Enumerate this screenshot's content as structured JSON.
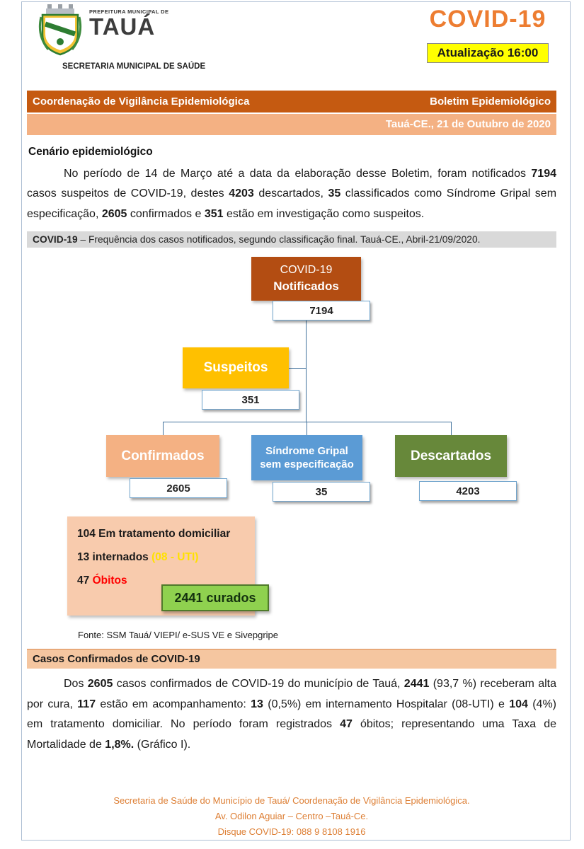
{
  "header": {
    "prefeitura": "PREFEITURA MUNICIPAL DE",
    "city": "TAUÁ",
    "secretaria": "SECRETARIA MUNICIPAL DE SAÚDE",
    "covid_title": "COVID-19",
    "update": "Atualização 16:00"
  },
  "bars": {
    "coordination": "Coordenação de Vigilância Epidemiológica",
    "bulletin": "Boletim Epidemiológico",
    "date": "Tauá-CE., 21 de Outubro de 2020"
  },
  "scenario": {
    "heading": "Cenário epidemiológico",
    "paragraph": [
      {
        "t": "No período de 14 de Março até a data da elaboração desse Boletim, foram notificados ",
        "b": false
      },
      {
        "t": "7194",
        "b": true
      },
      {
        "t": " casos suspeitos de COVID-19, destes ",
        "b": false
      },
      {
        "t": "4203",
        "b": true
      },
      {
        "t": " descartados, ",
        "b": false
      },
      {
        "t": "35",
        "b": true
      },
      {
        "t": " classificados como Síndrome Gripal sem especificação, ",
        "b": false
      },
      {
        "t": "2605",
        "b": true
      },
      {
        "t": " confirmados e ",
        "b": false
      },
      {
        "t": "351",
        "b": true
      },
      {
        "t": " estão em investigação como suspeitos.",
        "b": false
      }
    ]
  },
  "caption": [
    {
      "t": "COVID-19",
      "b": true
    },
    {
      "t": " – Frequência dos casos notificados, segundo classificação final. Tauá-CE., Abril-21/09/2020.",
      "b": false
    }
  ],
  "flowchart": {
    "notificados": {
      "line1": "COVID-19",
      "line2": "Notificados",
      "value": "7194"
    },
    "suspeitos": {
      "label": "Suspeitos",
      "value": "351"
    },
    "confirmados": {
      "label": "Confirmados",
      "value": "2605"
    },
    "sindrome": {
      "line1": "Síndrome Gripal",
      "line2": "sem especificação",
      "value": "35"
    },
    "descartados": {
      "label": "Descartados",
      "value": "4203"
    },
    "tratamento": {
      "lines": [
        [
          {
            "t": "104",
            "b": true
          },
          {
            "t": " Em tratamento domiciliar",
            "b": true
          }
        ],
        [
          {
            "t": "13",
            "b": true
          },
          {
            "t": "  internados ",
            "b": true
          },
          {
            "t": "(08 - UTI)",
            "b": true,
            "c": "#ffe100"
          }
        ],
        [
          {
            "t": "47 ",
            "b": true
          },
          {
            "t": "Óbitos",
            "b": true,
            "c": "#ff0000"
          }
        ]
      ]
    },
    "curados": "2441 curados"
  },
  "fonte": "Fonte: SSM Tauá/ VIEPI/ e-SUS VE e Sivepgripe",
  "confirmed": {
    "heading": "Casos Confirmados de COVID-19",
    "paragraph": [
      {
        "t": "Dos ",
        "b": false
      },
      {
        "t": "2605",
        "b": true
      },
      {
        "t": " casos confirmados de COVID-19 do município de Tauá, ",
        "b": false
      },
      {
        "t": "2441",
        "b": true
      },
      {
        "t": " (93,7 %) receberam alta por cura, ",
        "b": false
      },
      {
        "t": "117",
        "b": true
      },
      {
        "t": " estão em acompanhamento: ",
        "b": false
      },
      {
        "t": "13",
        "b": true
      },
      {
        "t": " (0,5%) em internamento Hospitalar (08-UTI) e ",
        "b": false
      },
      {
        "t": "104",
        "b": true
      },
      {
        "t": " (4%) em tratamento domiciliar. No período foram registrados ",
        "b": false
      },
      {
        "t": "47",
        "b": true
      },
      {
        "t": " óbitos; representando uma Taxa de Mortalidade de ",
        "b": false
      },
      {
        "t": "1,8%.",
        "b": true
      },
      {
        "t": "  (Gráfico I).",
        "b": false
      }
    ]
  },
  "footer": {
    "line1": "Secretaria de Saúde do Município de Tauá/ Coordenação de Vigilância Epidemiológica.",
    "line2": "Av. Odilon Aguiar – Centro –Tauá-Ce.",
    "line3": "Disque COVID-19: 088 9 8108 1916"
  },
  "colors": {
    "accent_dark_orange": "#C55A11",
    "accent_light_orange": "#F4B183",
    "highlight_yellow": "#FFFF00",
    "covid_title_orange": "#ED7D31",
    "node_notificados": "#B34D12",
    "node_suspeitos": "#FFC000",
    "node_confirmados": "#F4B183",
    "node_sindrome": "#5B9BD5",
    "node_descartados": "#67883A",
    "node_tratamento": "#F8CBAD",
    "node_curados": "#8FD14F",
    "obitos_red": "#FF0000",
    "uti_yellow": "#FFE100",
    "footer_orange": "#DD7E33"
  }
}
